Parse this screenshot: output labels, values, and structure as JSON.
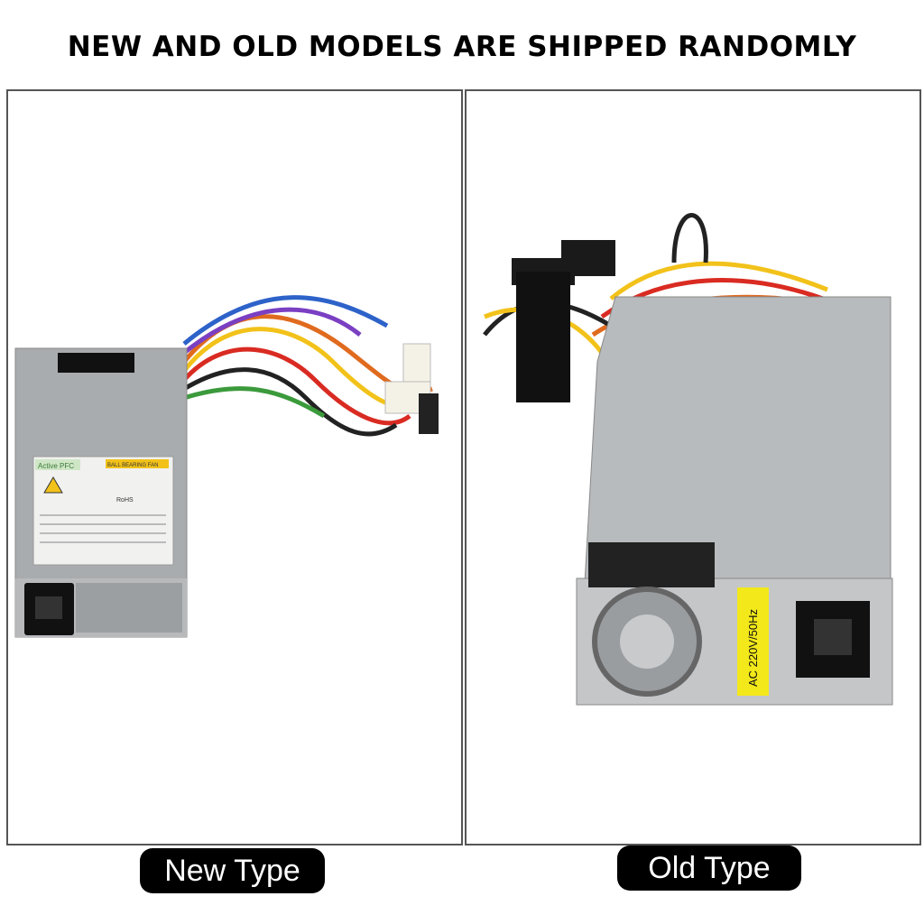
{
  "headline": "NEW AND OLD MODELS ARE SHIPPED RANDOMLY",
  "panels": [
    {
      "caption": "New Type",
      "product_labels": {
        "pfc": "Active PFC",
        "fan": "BALL BEARING FAN",
        "rohs": "RoHS"
      }
    },
    {
      "caption": "Old Type",
      "product_labels": {
        "voltage": "AC 220V/50Hz"
      }
    }
  ],
  "colors": {
    "badge_bg": "#000000",
    "badge_text": "#ffffff",
    "psu_gray": "#a9acae",
    "sticker_yellow": "#f2e81a"
  }
}
